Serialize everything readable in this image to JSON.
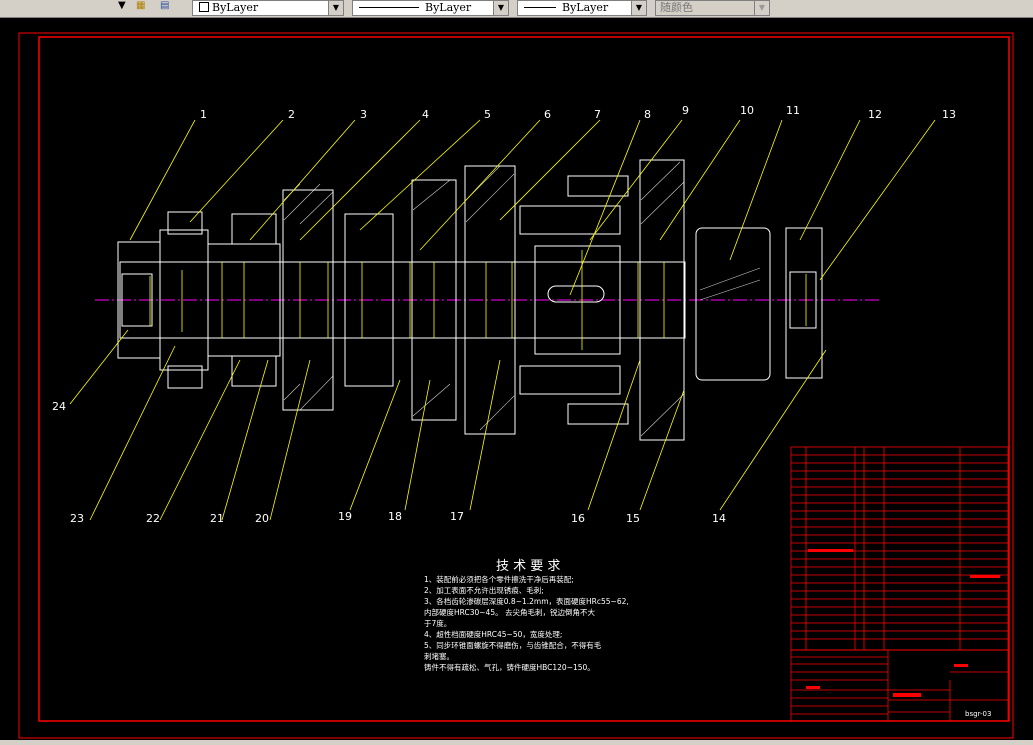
{
  "toolbar": {
    "layer_combo_value": "ByLayer",
    "linetype_combo_value": "ByLayer",
    "lineweight_combo_value": "ByLayer",
    "plotstyle_combo_value": "随颜色"
  },
  "drawing": {
    "balloons": [
      "1",
      "2",
      "3",
      "4",
      "5",
      "6",
      "7",
      "8",
      "9",
      "10",
      "11",
      "12",
      "13",
      "14",
      "15",
      "16",
      "17",
      "18",
      "19",
      "20",
      "21",
      "22",
      "23",
      "24"
    ],
    "tech_title": "技 术 要 求",
    "tech_lines": [
      "1、装配前必须把各个零件擦洗干净后再装配;",
      "2、加工表面不允许出现锈痕、毛刺;",
      "3、各档齿轮渗碳层深度0.8~1.2mm，表面硬度HRc55~62,",
      "   内部硬度HRC30~45。 去尖角毛刺，锐边倒角不大",
      "   于7度。",
      "4、超性档面硬度HRC45~50，宽度处理;",
      "5、同步环锥面螺旋不得磨伤，与齿锥配合，不得有毛",
      "   刺堵塞。",
      "   铸件不得有疏松、气孔，铸件硬度HBC120~150。"
    ],
    "drawing_no": "bsgr-03"
  }
}
